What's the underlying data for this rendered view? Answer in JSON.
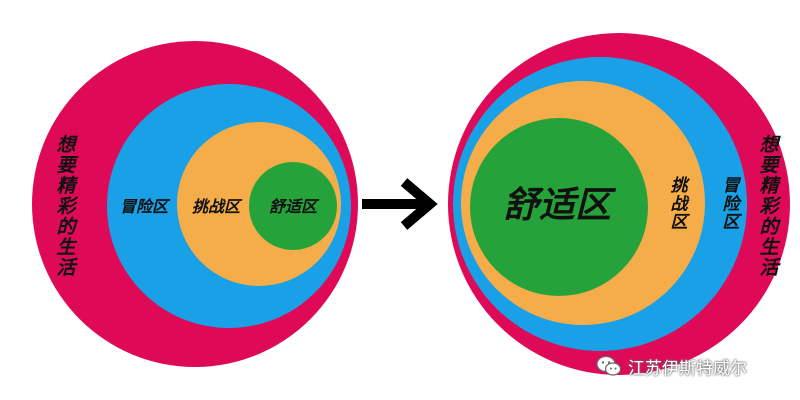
{
  "colors": {
    "outer": "#df0a57",
    "middle": "#1aa0e6",
    "inner": "#f5ad4a",
    "core": "#25a33a",
    "arrow": "#000000",
    "label_dark": "#111111"
  },
  "left_diagram": {
    "outer_label": "想要精彩的生活",
    "middle_label": "冒险区",
    "inner_label": "挑战区",
    "core_label": "舒适区"
  },
  "right_diagram": {
    "outer_label": "想要精彩的生活",
    "middle_label": "冒险区",
    "inner_label": "挑战区",
    "core_label": "舒适区"
  },
  "watermark": {
    "icon": "wechat-icon",
    "text": "江苏伊斯特威尔"
  }
}
